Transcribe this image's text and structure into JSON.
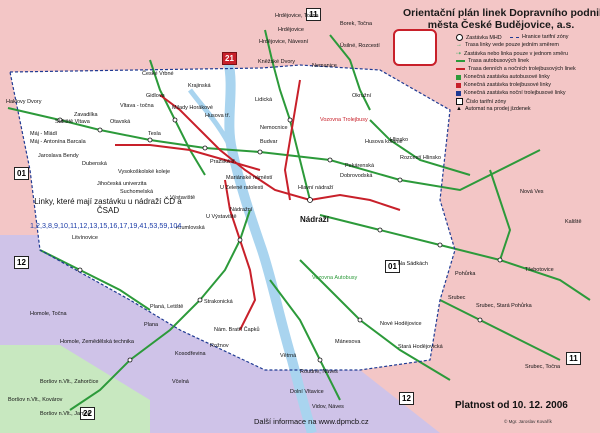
{
  "title": {
    "line1": "Orientační plán linek Dopravního podniku",
    "line2": "města České Budějovice, a.s."
  },
  "legend": [
    {
      "label": "Zastávka MHD",
      "symbol": "stop-dot",
      "color": "#ffffff"
    },
    {
      "label": "Hranice tarifní zóny",
      "symbol": "zone-border",
      "color": "#1f3a93"
    },
    {
      "label": "Trasa linky vede pouze jedním směrem",
      "symbol": "arrow",
      "color": "#19a34a"
    },
    {
      "label": "Zastávka nebo linka pouze v jednom směru",
      "symbol": "arrow-stop",
      "color": "#19a34a"
    },
    {
      "label": "Trasa autobusových linek",
      "symbol": "line",
      "color": "#2c9a3a"
    },
    {
      "label": "Trasa denních a nočních trolejbusových linek",
      "symbol": "line",
      "color": "#c8202a"
    },
    {
      "label": "Konečná zastávka autobusové linky",
      "symbol": "badge",
      "color": "#2c9a3a"
    },
    {
      "label": "Konečná zastávka trolejbusové linky",
      "symbol": "badge",
      "color": "#c8202a"
    },
    {
      "label": "Konečná zastávka noční trolejbusové linky",
      "symbol": "badge",
      "color": "#1f3a93"
    },
    {
      "label": "Číslo tarifní zóny",
      "symbol": "zone-box",
      "color": "#ffffff"
    },
    {
      "label": "Automat na prodej jízdenek",
      "symbol": "triangle",
      "color": "#111111"
    }
  ],
  "zones": [
    "21",
    "11",
    "01",
    "12",
    "01",
    "11",
    "12",
    "22"
  ],
  "stops": [
    "Hrdějovice, Točna",
    "Hrdějovice, Návesní",
    "Borek, Točna",
    "Úsilné, Rozcestí",
    "Haklovy Dvory",
    "Zavadilka",
    "Máj - Mládí",
    "Máj - Antonína Barcala",
    "Jaroslava Bendy",
    "Dubenská",
    "České Vrbné",
    "Vltava - točna",
    "Otavská",
    "Gidlova",
    "Tesla",
    "Výstaviště",
    "Suchomelská",
    "Vysokoškolské koleje",
    "Jihočeská univerzita",
    "Sídliště Vltava",
    "Krajinská",
    "Nemocnice",
    "Hlinsko",
    "Budvar",
    "Hlavní nádraží",
    "Nádraží",
    "Mariánské náměstí",
    "U Zelené ratolesti",
    "Pražská tř.",
    "Dobrovodská",
    "Pekárenská",
    "Husova kolonie",
    "Okružní",
    "Rozcestí Hlinsko",
    "Nová Ves",
    "Pohůrka",
    "Srubec",
    "Srubec, Točna",
    "Třebotovice",
    "Roudné, Náves",
    "Dolní Vltavice",
    "Vidov, Náves",
    "Boršov n.Vlt., Zahorčice",
    "Boršov n.Vlt., Jamné",
    "Boršov n.Vlt., Kovárov",
    "Homole, Točna",
    "Homole, Zemědělská technika",
    "Plana",
    "Litvínovice",
    "Včelná",
    "Nemanice",
    "Kněžské Dvory",
    "Hrdějovice",
    "Na Sádkách",
    "Srubec, Stará Pohůrka",
    "Kaliště",
    "Vozovna Autobusy",
    "Vozovna Trolejbusy",
    "Planá, Letiště",
    "Rožnov",
    "Nám. Bratří Čapků",
    "Nádražní",
    "Kosodřevina",
    "Lidická",
    "Strakonická",
    "Mánesova",
    "Větrná",
    "Milady Horákové",
    "Husova tř.",
    "U Výstaviště",
    "Krumlovská",
    "Nové Hodějovice",
    "Stará Hodějovická"
  ],
  "lines": {
    "title": "Linky, které mají zastávku u nádraží ČD a ČSAD",
    "list": "1,2,3,8,9,10,11,12,13,15,16,17,19,41,53,59,104"
  },
  "footer": {
    "validity": "Platnost od 10. 12. 2006",
    "info": "Další informace na www.dpmcb.cz",
    "author": "© Mgr. Jaroslav Kovařík"
  },
  "colors": {
    "bus_line": "#2c9a3a",
    "trolley_line": "#c8202a",
    "zone_outer_pink": "#f3c6c6",
    "zone_outer_purple": "#cfc3e8",
    "zone_green": "#c8e8c0",
    "river": "#a9d4ef"
  }
}
